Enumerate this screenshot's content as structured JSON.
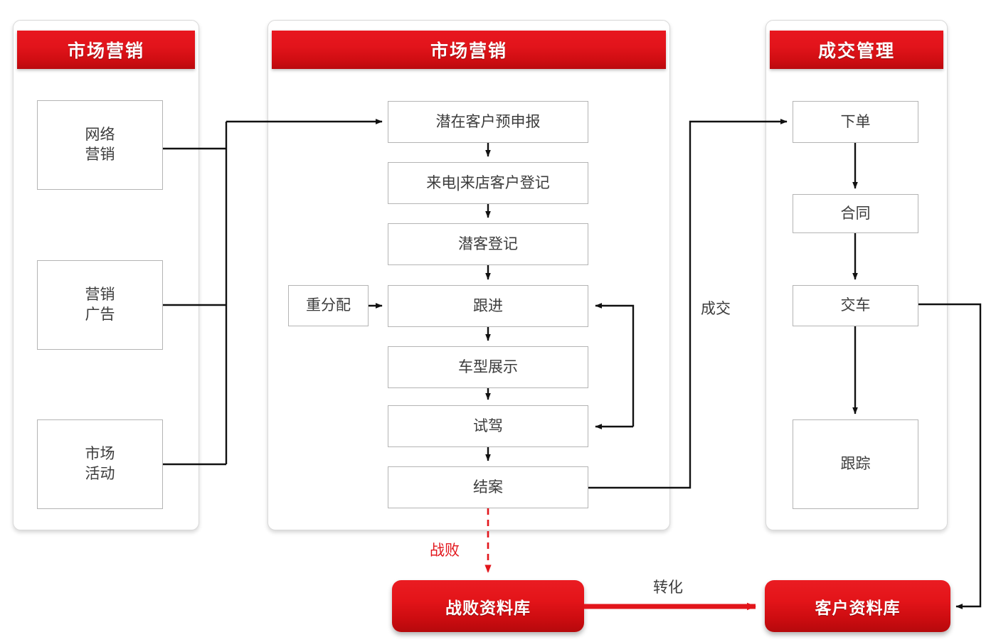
{
  "diagram": {
    "title_not_shown": "",
    "colors": {
      "header_red_top": "#e8171f",
      "header_red_bottom": "#b90a0e",
      "node_border": "#b4b4b4",
      "node_text": "#3c3c3c",
      "panel_border": "#d9d9d9",
      "arrow_black": "#111111",
      "arrow_red": "#e2151b"
    }
  },
  "lanes": [
    {
      "id": "lane-marketing-left",
      "header": "市场营销"
    },
    {
      "id": "lane-marketing-main",
      "header": "市场营销"
    },
    {
      "id": "lane-deal-management",
      "header": "成交管理"
    }
  ],
  "left_lane_nodes": [
    {
      "id": "node-online-marketing",
      "label": "网络\n营销"
    },
    {
      "id": "node-marketing-ads",
      "label": "营销\n广告"
    },
    {
      "id": "node-market-events",
      "label": "市场\n活动"
    }
  ],
  "main_lane_nodes": [
    {
      "id": "node-reassign",
      "label": "重分配"
    },
    {
      "id": "node-prospect-predecl",
      "label": "潜在客户预申报"
    },
    {
      "id": "node-call-visit-reg",
      "label": "来电|来店客户登记"
    },
    {
      "id": "node-prospect-reg",
      "label": "潜客登记"
    },
    {
      "id": "node-follow-up",
      "label": "跟进"
    },
    {
      "id": "node-model-display",
      "label": "车型展示"
    },
    {
      "id": "node-test-drive",
      "label": "试驾"
    },
    {
      "id": "node-case-close",
      "label": "结案"
    }
  ],
  "right_lane_nodes": [
    {
      "id": "node-order",
      "label": "下单"
    },
    {
      "id": "node-contract",
      "label": "合同"
    },
    {
      "id": "node-delivery",
      "label": "交车"
    },
    {
      "id": "node-tracking",
      "label": "跟踪"
    }
  ],
  "database_nodes": [
    {
      "id": "db-lost-customers",
      "label": "战败资料库"
    },
    {
      "id": "db-customers",
      "label": "客户资料库"
    }
  ],
  "edge_labels": [
    {
      "id": "edge-label-deal",
      "label": "成交",
      "color": "black"
    },
    {
      "id": "edge-label-lost",
      "label": "战败",
      "color": "red"
    },
    {
      "id": "edge-label-conversion",
      "label": "转化",
      "color": "black"
    }
  ]
}
